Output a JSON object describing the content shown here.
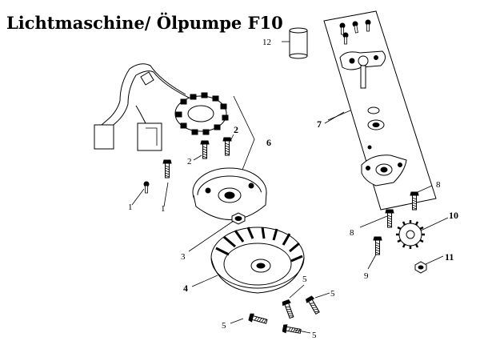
{
  "title": "Lichtmaschine/ Ölpumpe F10",
  "callouts": [
    {
      "id": "c1a",
      "text": "1"
    },
    {
      "id": "c1b",
      "text": "1"
    },
    {
      "id": "c2a",
      "text": "2"
    },
    {
      "id": "c2b",
      "text": "2"
    },
    {
      "id": "c3",
      "text": "3"
    },
    {
      "id": "c4",
      "text": "4"
    },
    {
      "id": "c5a",
      "text": "5"
    },
    {
      "id": "c5b",
      "text": "5"
    },
    {
      "id": "c5c",
      "text": "5"
    },
    {
      "id": "c5d",
      "text": "5"
    },
    {
      "id": "c6",
      "text": "6"
    },
    {
      "id": "c7",
      "text": "7"
    },
    {
      "id": "c8a",
      "text": "8"
    },
    {
      "id": "c8b",
      "text": "8"
    },
    {
      "id": "c9",
      "text": "9"
    },
    {
      "id": "c10",
      "text": "10"
    },
    {
      "id": "c11",
      "text": "11"
    },
    {
      "id": "c12",
      "text": "12"
    }
  ],
  "colors": {
    "ink": "#000000",
    "background": "#ffffff"
  }
}
